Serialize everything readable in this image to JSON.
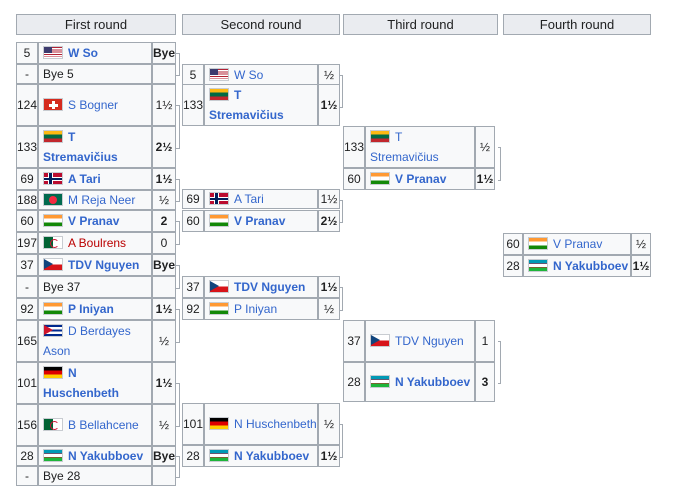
{
  "rounds": [
    "First round",
    "Second round",
    "Third round",
    "Fourth round"
  ],
  "r1": [
    {
      "seed": "5",
      "name": "W So",
      "score": "Bye",
      "flag": "us",
      "win": true,
      "link": true
    },
    {
      "seed": "-",
      "name": "Bye 5",
      "score": "",
      "flag": "",
      "win": false,
      "link": false
    },
    {
      "seed": "124",
      "name": "S Bogner",
      "score": "1½",
      "flag": "ch",
      "win": false,
      "link": true
    },
    {
      "seed": "133",
      "name": "T Stremavičius",
      "score": "2½",
      "flag": "lt",
      "win": true,
      "link": true
    },
    {
      "seed": "69",
      "name": "A Tari",
      "score": "1½",
      "flag": "no",
      "win": true,
      "link": true
    },
    {
      "seed": "188",
      "name": "M Reja Neer",
      "score": "½",
      "flag": "bd",
      "win": false,
      "link": true
    },
    {
      "seed": "60",
      "name": "V Pranav",
      "score": "2",
      "flag": "in",
      "win": true,
      "link": true
    },
    {
      "seed": "197",
      "name": "A Boulrens",
      "score": "0",
      "flag": "dz",
      "win": false,
      "link": "red"
    },
    {
      "seed": "37",
      "name": "TDV Nguyen",
      "score": "Bye",
      "flag": "cz",
      "win": true,
      "link": true
    },
    {
      "seed": "-",
      "name": "Bye 37",
      "score": "",
      "flag": "",
      "win": false,
      "link": false
    },
    {
      "seed": "92",
      "name": "P Iniyan",
      "score": "1½",
      "flag": "in",
      "win": true,
      "link": true
    },
    {
      "seed": "165",
      "name": "D Berdayes Ason",
      "score": "½",
      "flag": "cu",
      "win": false,
      "link": true
    },
    {
      "seed": "101",
      "name": "N Huschenbeth",
      "score": "1½",
      "flag": "de",
      "win": true,
      "link": true
    },
    {
      "seed": "156",
      "name": "B Bellahcene",
      "score": "½",
      "flag": "dz",
      "win": false,
      "link": true
    },
    {
      "seed": "28",
      "name": "N Yakubboev",
      "score": "Bye",
      "flag": "uz",
      "win": true,
      "link": true
    },
    {
      "seed": "-",
      "name": "Bye 28",
      "score": "",
      "flag": "",
      "win": false,
      "link": false
    }
  ],
  "r2": [
    {
      "seed": "5",
      "name": "W So",
      "score": "½",
      "flag": "us",
      "win": false,
      "link": true
    },
    {
      "seed": "133",
      "name": "T Stremavičius",
      "score": "1½",
      "flag": "lt",
      "win": true,
      "link": true
    },
    {
      "seed": "69",
      "name": "A Tari",
      "score": "1½",
      "flag": "no",
      "win": false,
      "link": true
    },
    {
      "seed": "60",
      "name": "V Pranav",
      "score": "2½",
      "flag": "in",
      "win": true,
      "link": true
    },
    {
      "seed": "37",
      "name": "TDV Nguyen",
      "score": "1½",
      "flag": "cz",
      "win": true,
      "link": true
    },
    {
      "seed": "92",
      "name": "P Iniyan",
      "score": "½",
      "flag": "in",
      "win": false,
      "link": true
    },
    {
      "seed": "101",
      "name": "N Huschenbeth",
      "score": "½",
      "flag": "de",
      "win": false,
      "link": true
    },
    {
      "seed": "28",
      "name": "N Yakubboev",
      "score": "1½",
      "flag": "uz",
      "win": true,
      "link": true
    }
  ],
  "r3": [
    {
      "seed": "133",
      "name": "T Stremavičius",
      "score": "½",
      "flag": "lt",
      "win": false,
      "link": true
    },
    {
      "seed": "60",
      "name": "V Pranav",
      "score": "1½",
      "flag": "in",
      "win": true,
      "link": true
    },
    {
      "seed": "37",
      "name": "TDV Nguyen",
      "score": "1",
      "flag": "cz",
      "win": false,
      "link": true
    },
    {
      "seed": "28",
      "name": "N Yakubboev",
      "score": "3",
      "flag": "uz",
      "win": true,
      "link": true
    }
  ],
  "r4": [
    {
      "seed": "60",
      "name": "V Pranav",
      "score": "½",
      "flag": "in",
      "win": false,
      "link": true
    },
    {
      "seed": "28",
      "name": "N Yakubboev",
      "score": "1½",
      "flag": "uz",
      "win": true,
      "link": true
    }
  ]
}
